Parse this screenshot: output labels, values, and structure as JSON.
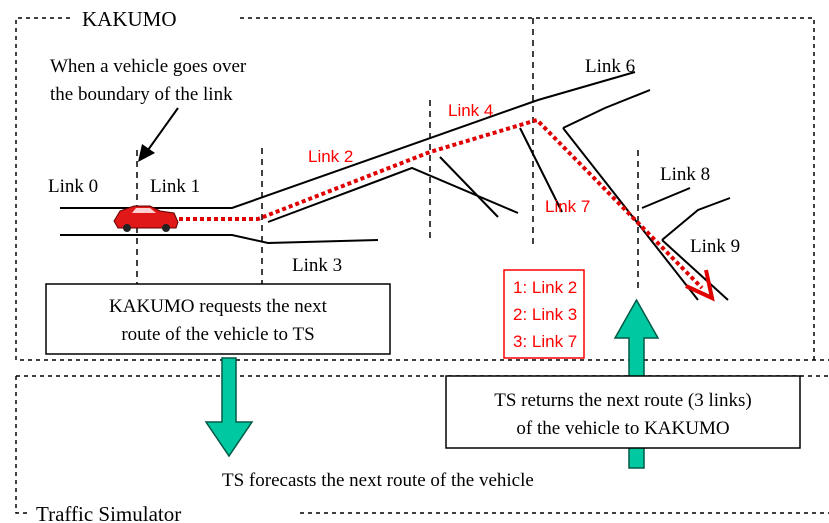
{
  "regions": {
    "kakumo": "KAKUMO",
    "traffic_simulator": "Traffic Simulator"
  },
  "annotation": {
    "line1": "When a vehicle goes over",
    "line2": "the boundary  of  the link"
  },
  "links": {
    "link0": "Link 0",
    "link1": "Link 1",
    "link2": "Link 2",
    "link3": "Link 3",
    "link4": "Link 4",
    "link6": "Link 6",
    "link7": "Link 7",
    "link8": "Link 8",
    "link9": "Link 9"
  },
  "request_box": {
    "line1": "KAKUMO requests the next",
    "line2": "route of the vehicle to TS"
  },
  "route_list": [
    "1: Link 2",
    "2: Link 3",
    "3: Link 7"
  ],
  "return_box": {
    "line1": "TS returns the next route (3 links)",
    "line2": "of the vehicle to KAKUMO"
  },
  "forecast_text": "TS forecasts the next route of the vehicle",
  "colors": {
    "route": "#e00000",
    "arrow_fill": "#00c8a0",
    "arrow_stroke": "#005a46",
    "car": "#e01818"
  }
}
